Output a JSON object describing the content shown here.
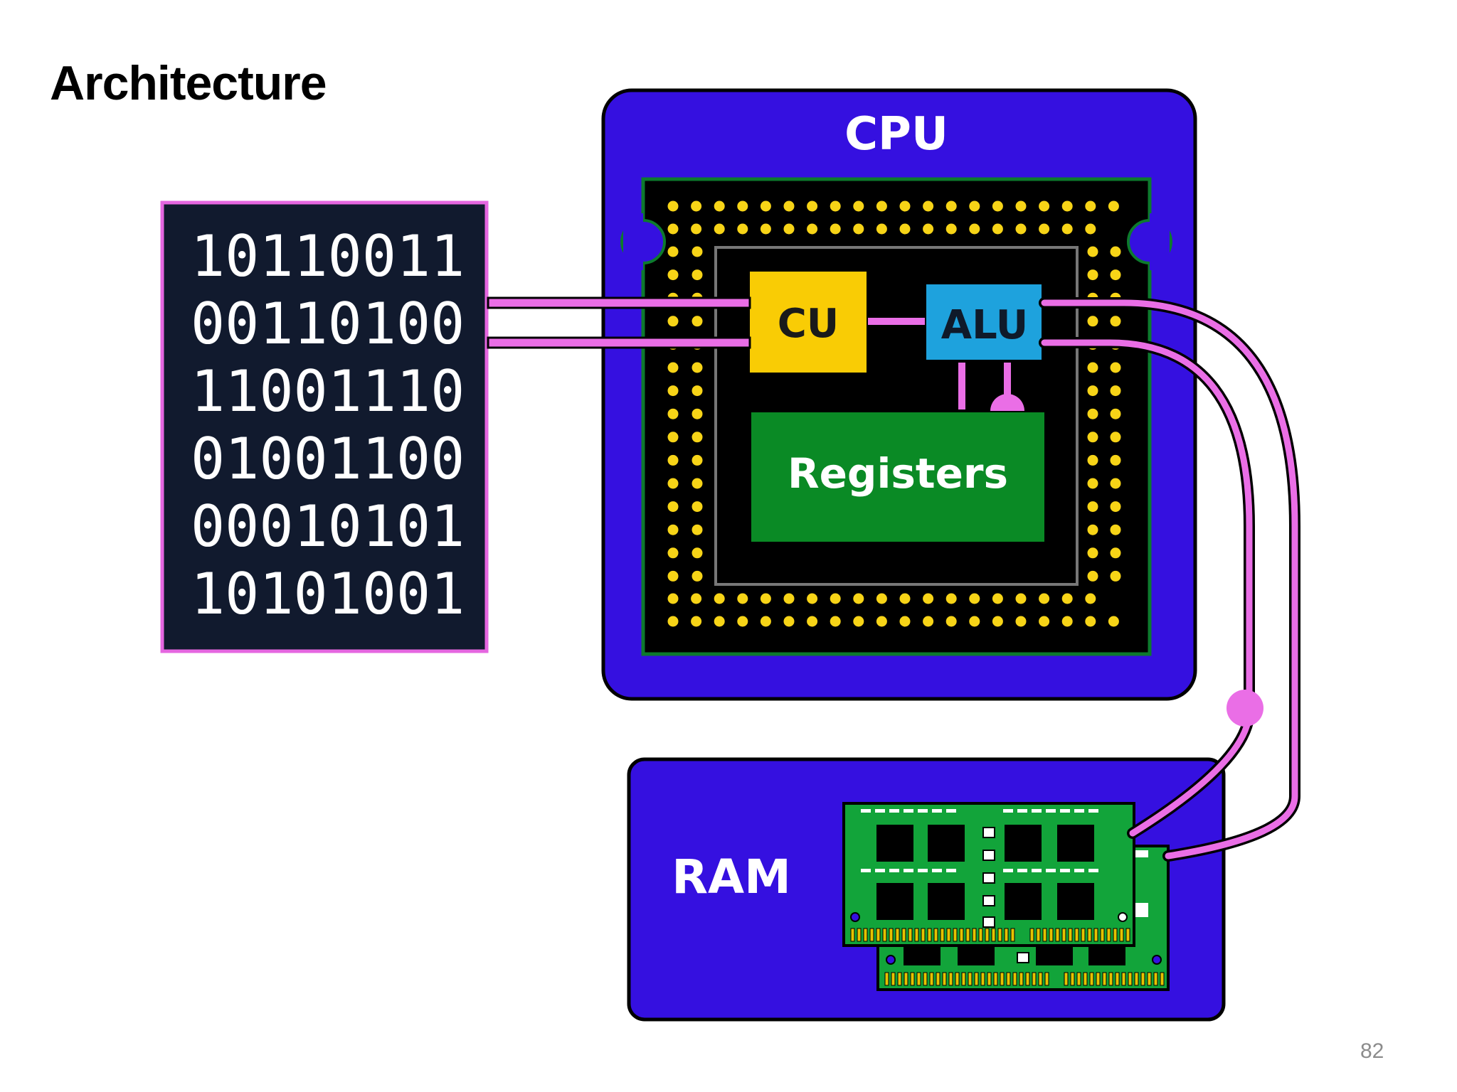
{
  "slide": {
    "title": "Architecture",
    "page_number": "82"
  },
  "binary": {
    "lines": [
      "10110011",
      "00110100",
      "11001110",
      "01001100",
      "00010101",
      "10101001"
    ]
  },
  "cpu": {
    "label": "CPU",
    "cu_label": "CU",
    "alu_label": "ALU",
    "registers_label": "Registers"
  },
  "ram": {
    "label": "RAM"
  },
  "colors": {
    "panel_blue": "#3510e0",
    "binary_bg": "#111a2e",
    "binary_border": "#e566e0",
    "wire_pink": "#ea6ee6",
    "chip_black": "#000000",
    "chip_border": "#0d7a2d",
    "pin_yellow": "#f7d417",
    "cu_yellow": "#f9cc05",
    "alu_blue": "#1ea2dd",
    "registers_green": "#0a8a25",
    "ram_pcb_green": "#12a43a"
  }
}
